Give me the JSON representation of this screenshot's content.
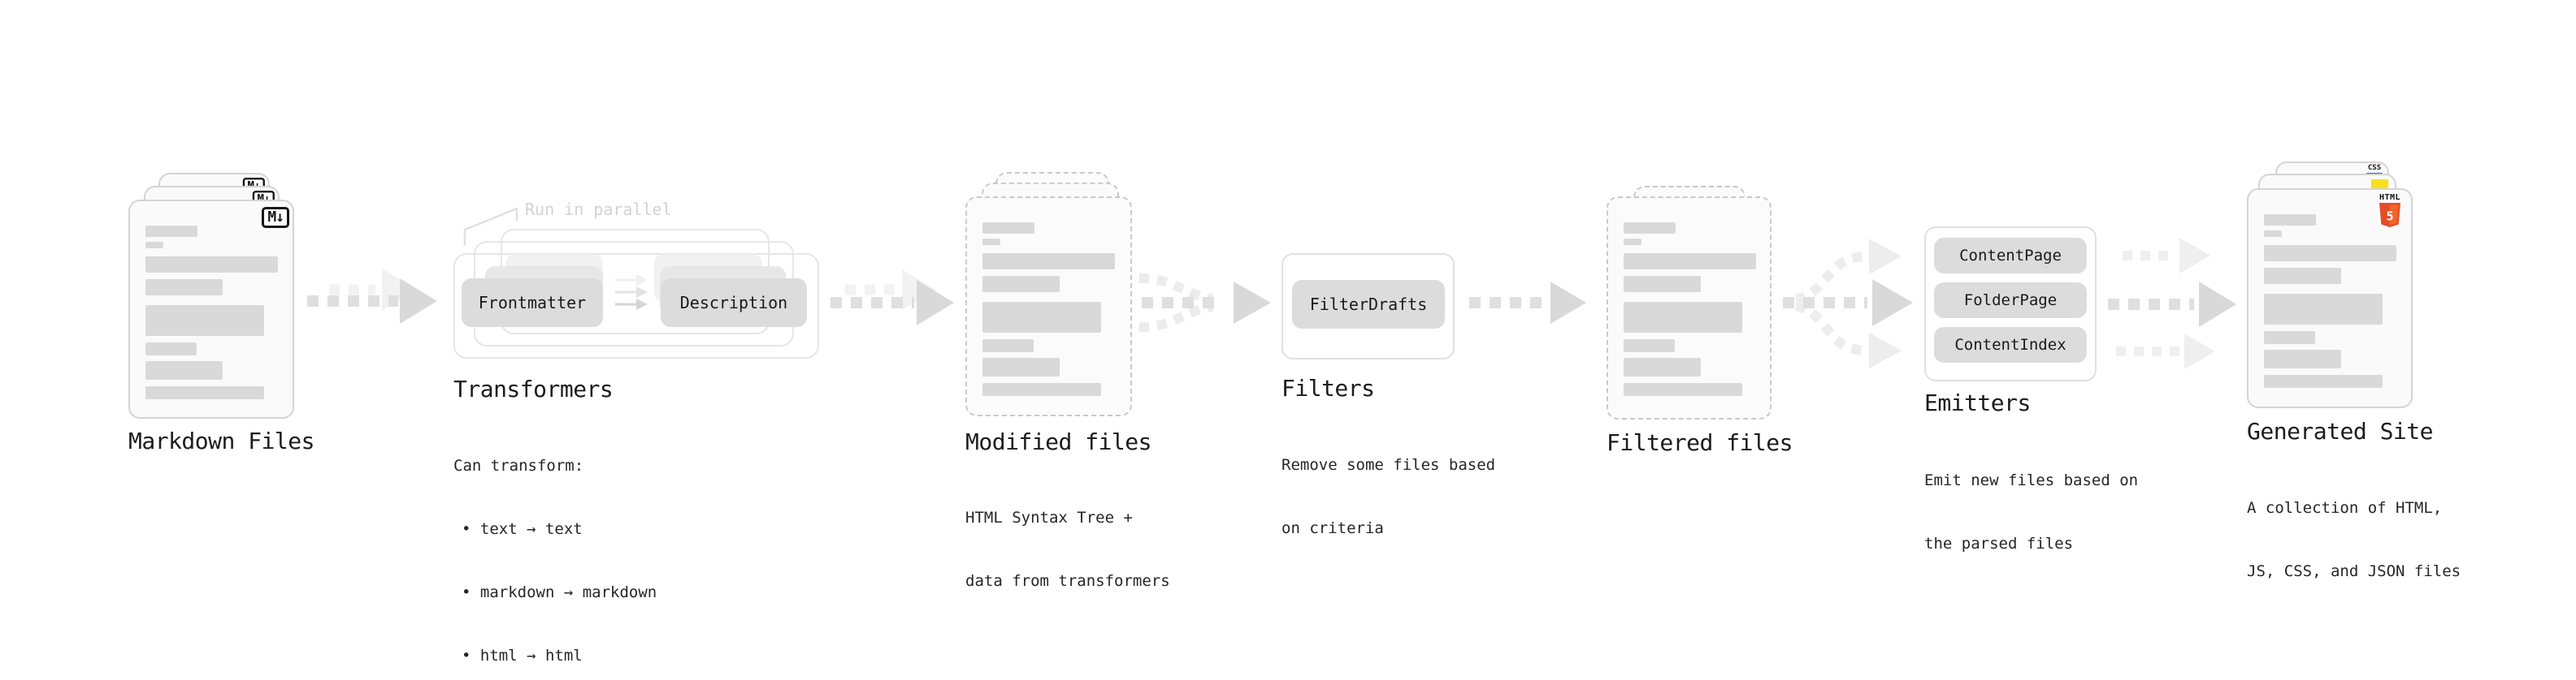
{
  "markdown_files": {
    "label": "Markdown Files",
    "badge": "M↓"
  },
  "transformers": {
    "label": "Transformers",
    "note": "Run in parallel",
    "pill_left": "Frontmatter",
    "pill_right": "Description",
    "desc_title": "Can transform:",
    "bullets": [
      "• text → text",
      "• markdown → markdown",
      "• html → html"
    ]
  },
  "modified_files": {
    "label": "Modified files",
    "desc_line1": "HTML Syntax Tree +",
    "desc_line2": "data from transformers"
  },
  "filters": {
    "label": "Filters",
    "pill": "FilterDrafts",
    "desc_line1": "Remove some files based",
    "desc_line2": "on criteria"
  },
  "filtered_files": {
    "label": "Filtered files"
  },
  "emitters": {
    "label": "Emitters",
    "pills": [
      "ContentPage",
      "FolderPage",
      "ContentIndex"
    ],
    "desc_line1": "Emit new files based on",
    "desc_line2": "the parsed files"
  },
  "generated_site": {
    "label": "Generated Site",
    "desc_line1": "A collection of HTML,",
    "desc_line2": "JS, CSS, and JSON files",
    "badge_css": "CSS",
    "badge_html_word": "HTML",
    "badge_html_number": "5"
  },
  "colors": {
    "html5_orange": "#e44d26",
    "js_yellow": "#f7df1e",
    "css_blue": "#2965f1"
  }
}
